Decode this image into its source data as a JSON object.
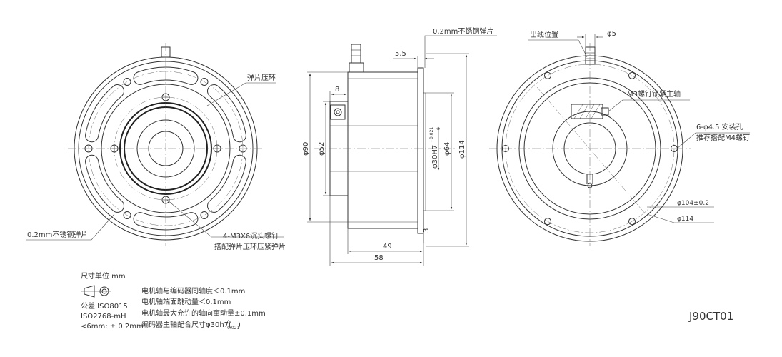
{
  "drawing_code": "J90CT01",
  "left_view": {
    "spring_clamp_ring": "弹片压环",
    "steel_spring_plate": "0.2mm不锈钢弹片",
    "screws_line1": "4-M3X6沉头螺钉",
    "screws_line2": "搭配弹片压环压紧弹片"
  },
  "side_view": {
    "steel_spring_plate": "0.2mm不锈钢弹片",
    "dim_5_5": "5.5",
    "dim_8": "8",
    "dim_d90": "φ90",
    "dim_d52": "φ52",
    "dim_30h7": "φ30H7",
    "dim_30h7_tol_upper": "+0.021",
    "dim_30h7_tol_lower": "0",
    "dim_d64": "φ64",
    "dim_d114": "φ114",
    "dim_3": "3",
    "dim_49": "49",
    "dim_58": "58"
  },
  "right_view": {
    "outlet_position": "出线位置",
    "dim_d5": "φ5",
    "m3_screw": "M3螺钉锁紧主轴",
    "holes_line1": "6-φ4.5 安装孔",
    "holes_line2": "推荐搭配M4螺钉",
    "dim_d104": "φ104±0.2",
    "dim_d114": "φ114"
  },
  "notes": {
    "unit": "尺寸单位 mm",
    "tolerance_line1": "公差 ISO8015",
    "tolerance_line2": "ISO2768-mH",
    "tolerance_line3": "<6mm: ± 0.2mm",
    "spec_1": "电机轴与编码器同轴度＜0.1mm",
    "spec_2": "电机轴端面跳动量＜0.1mm",
    "spec_3": "电机轴最大允许的轴向窜动量±0.1mm",
    "spec_4": "编码器主轴配合尺寸φ30h7(",
    "spec_4_tol_upper": "0",
    "spec_4_tol_lower": "-0.021",
    "spec_4_close": ")"
  }
}
